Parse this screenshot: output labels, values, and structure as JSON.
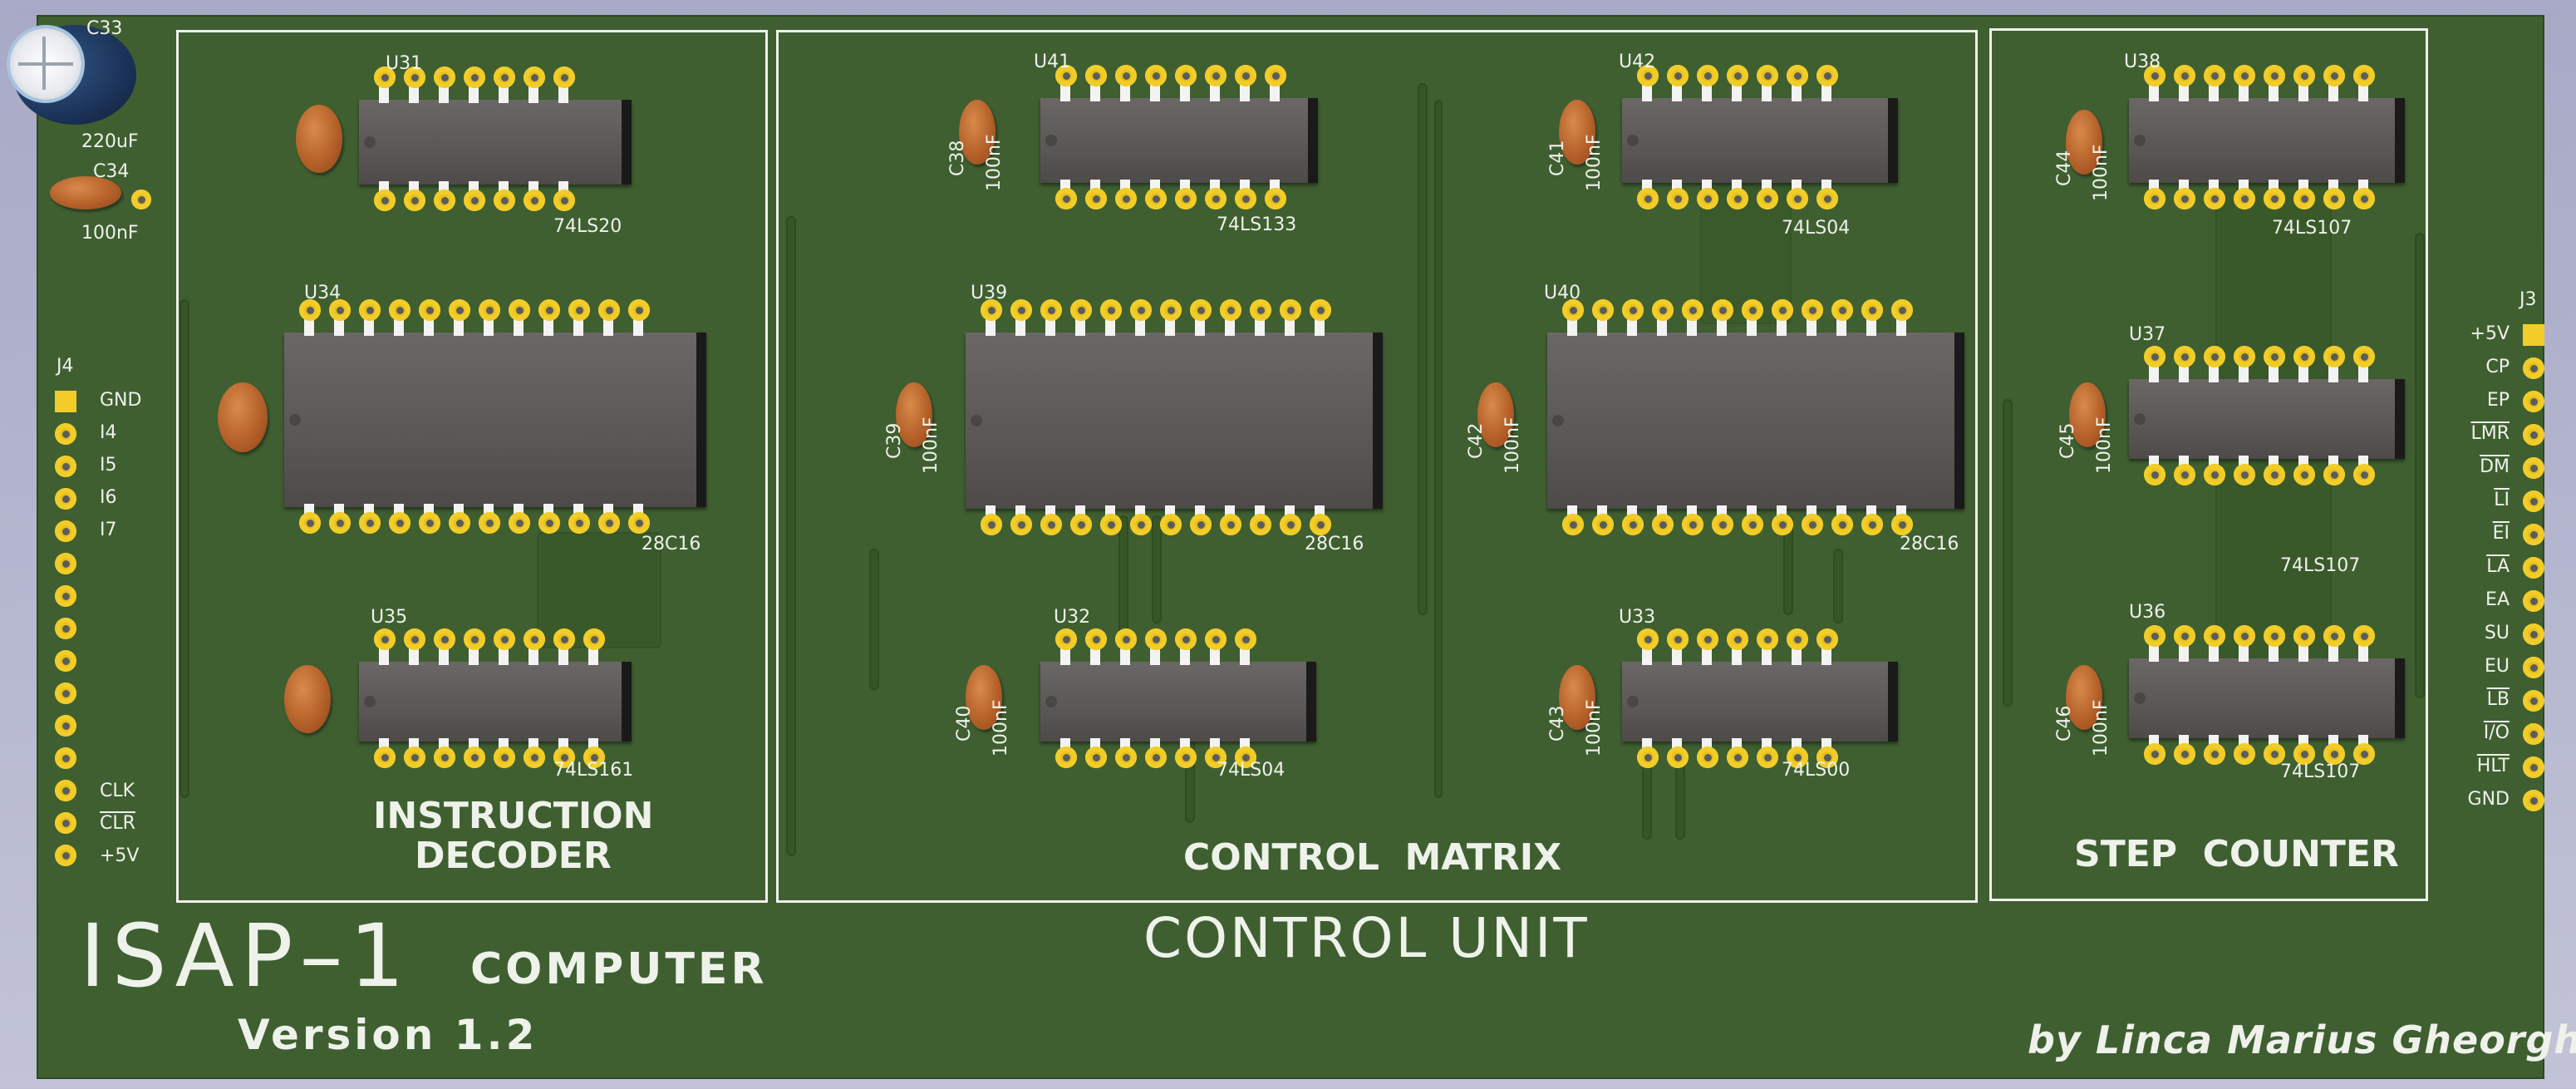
{
  "board": {
    "title_main": "ISAP–1",
    "title_sub": "COMPUTER",
    "version": "Version 1.2",
    "section_label": "CONTROL UNIT",
    "author": "by Linca Marius Gheorghe"
  },
  "blocks": {
    "decoder_line1": "INSTRUCTION",
    "decoder_line2": "DECODER",
    "matrix": "CONTROL  MATRIX",
    "counter": "STEP  COUNTER"
  },
  "chips": [
    {
      "ref": "U31",
      "part": "74LS20"
    },
    {
      "ref": "U34",
      "part": "28C16"
    },
    {
      "ref": "U35",
      "part": "74LS161"
    },
    {
      "ref": "U41",
      "part": "74LS133"
    },
    {
      "ref": "U39",
      "part": "28C16"
    },
    {
      "ref": "U32",
      "part": "74LS04"
    },
    {
      "ref": "U42",
      "part": "74LS04"
    },
    {
      "ref": "U40",
      "part": "28C16"
    },
    {
      "ref": "U33",
      "part": "74LS00"
    },
    {
      "ref": "U38",
      "part": "74LS107"
    },
    {
      "ref": "U37",
      "part": "74LS107"
    },
    {
      "ref": "U36",
      "part": "74LS107"
    }
  ],
  "caps": [
    {
      "ref": "C33",
      "value": "220uF"
    },
    {
      "ref": "C34",
      "value": "100nF"
    },
    {
      "ref": "C38",
      "value": "100nF"
    },
    {
      "ref": "C39",
      "value": "100nF"
    },
    {
      "ref": "C40",
      "value": "100nF"
    },
    {
      "ref": "C41",
      "value": "100nF"
    },
    {
      "ref": "C42",
      "value": "100nF"
    },
    {
      "ref": "C43",
      "value": "100nF"
    },
    {
      "ref": "C44",
      "value": "100nF"
    },
    {
      "ref": "C45",
      "value": "100nF"
    },
    {
      "ref": "C46",
      "value": "100nF"
    }
  ],
  "connectors": {
    "j4": {
      "ref": "J4",
      "top_pins": [
        "GND",
        "I4",
        "I5",
        "I6",
        "I7"
      ],
      "bottom_pins": [
        "CLK",
        "CLR",
        "+5V"
      ]
    },
    "j3": {
      "ref": "J3",
      "pins": [
        "+5V",
        "CP",
        "EP",
        "LMR",
        "DM",
        "LI",
        "EI",
        "LA",
        "EA",
        "SU",
        "EU",
        "LB",
        "I/O",
        "HLT",
        "GND"
      ]
    }
  },
  "colors": {
    "board": "#3f5f31",
    "silkscreen": "#eef2ea",
    "pad": "#e6c21a",
    "chip": "#5b5756",
    "capacitor": "#b5612a"
  }
}
